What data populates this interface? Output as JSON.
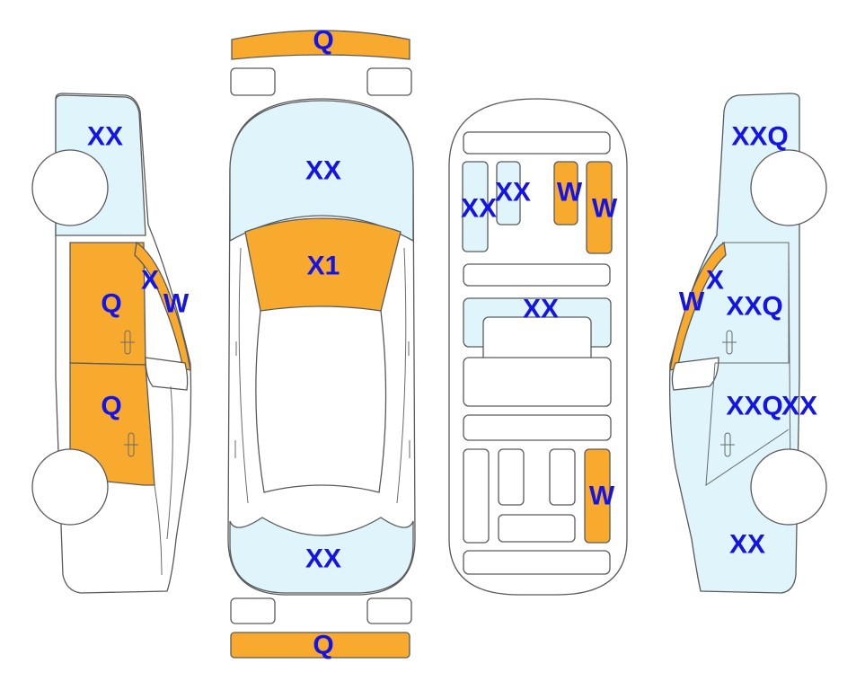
{
  "colors": {
    "damage": "#F8AA2E",
    "panel": "#DFF4FB",
    "plain": "#FFFFFF",
    "label": "#1414E6"
  },
  "labels": {
    "front_bumper": "Q",
    "front_windshield": "XX",
    "hood": "X1",
    "rear_glass": "XX",
    "rear_bumper": "Q",
    "left_roof_glass": "XX",
    "left_front_door": "Q",
    "left_pillar_x": "X",
    "left_pillar_w": "W",
    "left_rear_door": "Q",
    "interior_seat_left_1": "XX",
    "interior_seat_left_2": "XX",
    "interior_seat_right_1": "W",
    "interior_seat_right_2": "W",
    "interior_center": "XX",
    "interior_rear_right": "W",
    "right_roof_glass": "XXQ",
    "right_pillar_x": "X",
    "right_pillar_w": "W",
    "right_front_door": "XXQ",
    "right_rear_door_1": "XXQ",
    "right_rear_door_2": "XX",
    "right_quarter": "XX"
  }
}
